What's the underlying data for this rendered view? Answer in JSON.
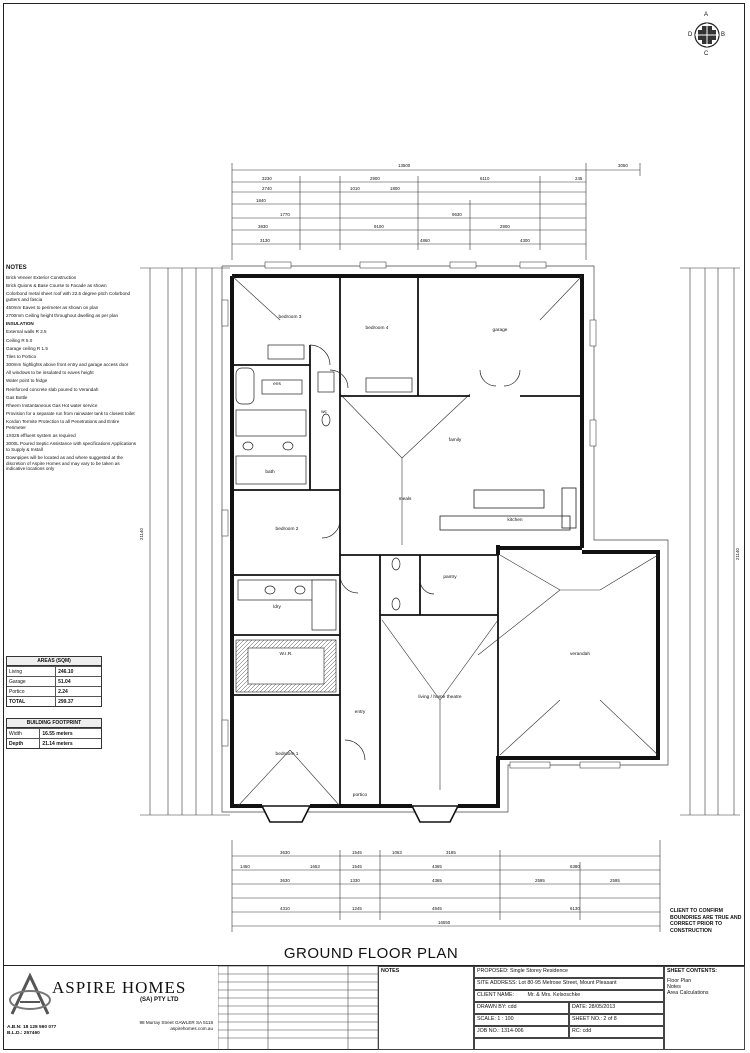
{
  "notes": {
    "heading": "NOTES",
    "items": [
      "Brick Veneer Exterior Construction",
      "Brick Quions & Base Course to Facade as shown",
      "Colorbond metal sheet roof with 22.5 degree pitch Colorbond gutters and fascia",
      "450mm Eaves to perimeter as shown on plan",
      "2700mm Ceiling height throughout dwelling as per plan",
      "INSULATION",
      "External walls R 2.5",
      "Ceiling R 5.0",
      "Garage ceiling R 1.5",
      "Tiles to Portico",
      "300mm highlights above front entry and garage access door",
      "All windows to be insulated to eaves height",
      "Water point to fridge",
      "Reinforced concrete slab poured to Verandah",
      "Gas Bottle",
      "Rheem Instantaneous Gas Hot water service",
      "Provision for a separate run from rainwater tank to closest toilet",
      "Kordon Termite Protection to all Penetrations and Entire Perimeter",
      "1X026 effluent system as required",
      "3000L Poured Septic Assistance with specifications Applications to Supply & Install",
      "Downpipes will be located as and where suggested at the discretion of Aspire Homes and may vary to be taken as indicative locations only"
    ]
  },
  "areas": {
    "title": "AREAS (SQM)",
    "rows": [
      {
        "label": "Living",
        "value": "246.10"
      },
      {
        "label": "Garage",
        "value": "51.04"
      },
      {
        "label": "Portico",
        "value": "2.24"
      },
      {
        "label": "TOTAL",
        "value": "299.37"
      }
    ]
  },
  "footprint": {
    "title": "BUILDING FOOTPRINT",
    "rows": [
      {
        "label": "Width",
        "value": "16.55 meters"
      },
      {
        "label": "Depth",
        "value": "21.14 meters"
      }
    ]
  },
  "rooms": {
    "bedroom3": "bedroom 3",
    "bedroom4": "bedroom 4",
    "garage": "garage",
    "family": "family",
    "meals": "meals",
    "kitchen": "kitchen",
    "bedroom2": "bedroom 2",
    "pantry": "pantry",
    "wir": "W.I.R.",
    "entry": "entry",
    "living": "living / home theatre",
    "bedroom1": "bedroom 1",
    "portico": "portico",
    "verandah": "verandah",
    "ens": "ens",
    "bath": "bath",
    "ldry": "ldry",
    "wc": "wc"
  },
  "dims": {
    "top_overall": "13500",
    "top_right": "3050",
    "top_row1": [
      "3230",
      "2900",
      "6110",
      "245"
    ],
    "top_row2": [
      "2740",
      "1010",
      "1800"
    ],
    "top_row3": [
      "1840",
      "1770"
    ],
    "top_row4": [
      "3830",
      "9100",
      "9630",
      "2900"
    ],
    "top_row5": [
      "3130",
      "4860",
      "4300"
    ],
    "bottom_row1": [
      "3630",
      "1545",
      "1063",
      "3185"
    ],
    "bottom_row2": [
      "1450",
      "1653",
      "1545",
      "4365",
      "6380"
    ],
    "bottom_row3": [
      "3630",
      "1330",
      "4365",
      "2595",
      "2595"
    ],
    "bottom_row4": [
      "4310",
      "1245",
      "4845",
      "6130"
    ],
    "bottom_overall": "16550",
    "left_overall": "21140",
    "right_overall": "21140"
  },
  "title": "GROUND FLOOR PLAN",
  "disclaimer": "CLIENT TO CONFIRM BOUNDRIES ARE TRUE AND CORRECT PRIOR TO CONSTRUCTION",
  "compass": [
    "A",
    "B",
    "C",
    "D"
  ],
  "company": {
    "name": "ASPIRE HOMES",
    "sub": "(SA) PTY LTD",
    "abn": "A.B.N: 18 128 590 077",
    "bld": "B.L.D.: 257460",
    "address": "98 Murray Street GAWLER SA 5118",
    "web": "aspirehomes.com.au"
  },
  "titleblock": {
    "notes_label": "NOTES",
    "proposed_label": "PROPOSED:",
    "proposed": "Single Storey Residence",
    "site_label": "SITE ADDRESS:",
    "site": "Lot 80-95 Melrose Street, Mount Pleasant",
    "client_label": "CLIENT NAME:",
    "client": "Mr. & Mrs. Kelsoschke",
    "drawn_label": "DRAWN BY:",
    "drawn": "cdd",
    "date_label": "DATE:",
    "date": "28/05/2013",
    "scale_label": "SCALE:",
    "scale": "1 : 100",
    "sheet_label": "SHEET NO.:",
    "sheet": "2 of 8",
    "job_label": "JOB NO.:",
    "job": "1314-006",
    "rev_label": "RC:",
    "rev": "cdd",
    "contents_label": "SHEET CONTENTS:",
    "contents": [
      "Floor Plan",
      "Notes",
      "Area Calculations"
    ]
  }
}
